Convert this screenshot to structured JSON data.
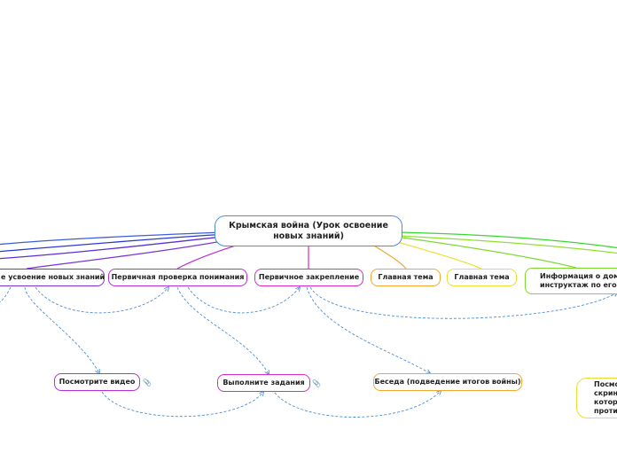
{
  "root": {
    "label": "Крымская война (Урок освоение новых знаний)",
    "color": "#4d8fd6"
  },
  "branches": [
    {
      "id": "b1",
      "label": "е усвоение новых знаний",
      "color": "#7a33d6"
    },
    {
      "id": "b2",
      "label": "Первичная проверка понимания",
      "color": "#b52ed8"
    },
    {
      "id": "b3",
      "label": "Первичное закрепление",
      "color": "#d82bc8"
    },
    {
      "id": "b4",
      "label": "Главная тема",
      "color": "#f0a830"
    },
    {
      "id": "b5",
      "label": "Главная тема",
      "color": "#e8e030"
    },
    {
      "id": "b6",
      "label": "Информация о домаш\nинструктаж по его вы",
      "color": "#7ed830"
    }
  ],
  "subnodes": [
    {
      "id": "s1",
      "label": "Посмотрите видео",
      "color": "#b52ed8"
    },
    {
      "id": "s2",
      "label": "Выполните задания",
      "color": "#d82bc8"
    },
    {
      "id": "s3",
      "label": "Беседа (подведение итогов войны)",
      "color": "#f0a830"
    },
    {
      "id": "s4",
      "label": "Посмот\nскрин\nкотор\nпроти",
      "color": "#e8e030"
    }
  ],
  "attachment_icon": "paperclip-icon",
  "extra_lines": [
    "#3a5fd6",
    "#2a3ad0",
    "#5a2fd6",
    "#3ad830",
    "#90e030"
  ],
  "relation_color": "#4d8fd6"
}
